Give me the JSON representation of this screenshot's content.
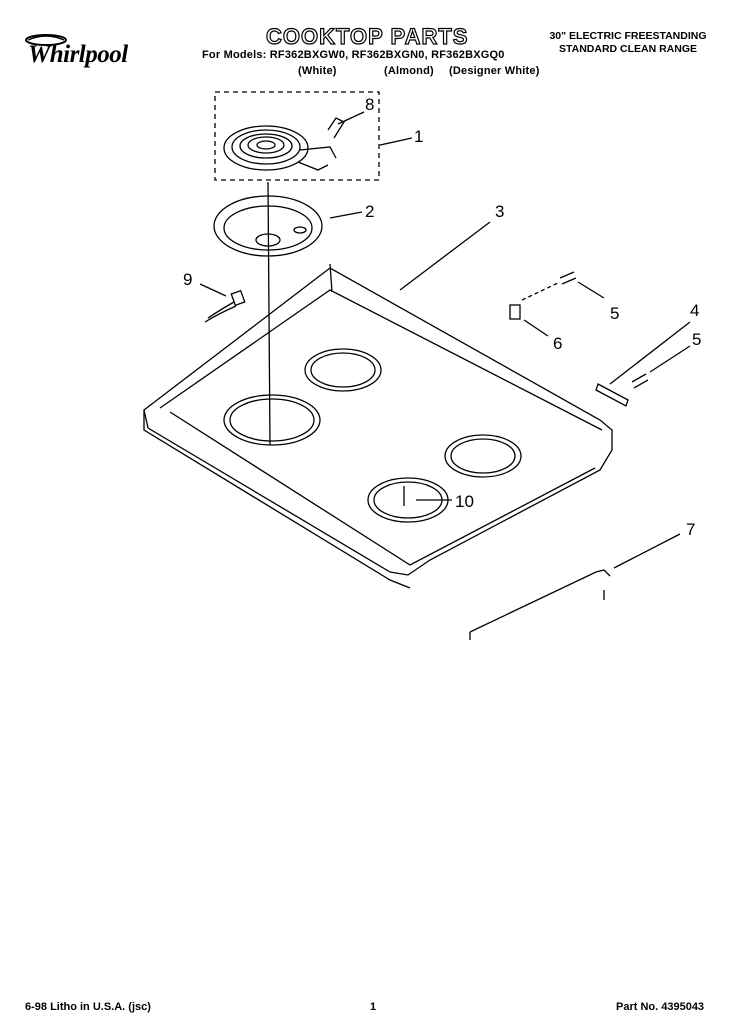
{
  "header": {
    "brand": "Whirlpool",
    "title": "COOKTOP PARTS",
    "models_line": "For Models: RF362BXGW0, RF362BXGN0, RF362BXGQ0",
    "color_white": "(White)",
    "color_almond": "(Almond)",
    "color_designer": "(Designer White)",
    "range_line1": "30\" ELECTRIC FREESTANDING",
    "range_line2": "STANDARD CLEAN RANGE"
  },
  "callouts": [
    "1",
    "2",
    "3",
    "4",
    "5",
    "5",
    "6",
    "7",
    "8",
    "9",
    "10"
  ],
  "footer": {
    "litho": "6-98 Litho in U.S.A. (jsc)",
    "page": "1",
    "part_no": "Part No. 4395043"
  }
}
